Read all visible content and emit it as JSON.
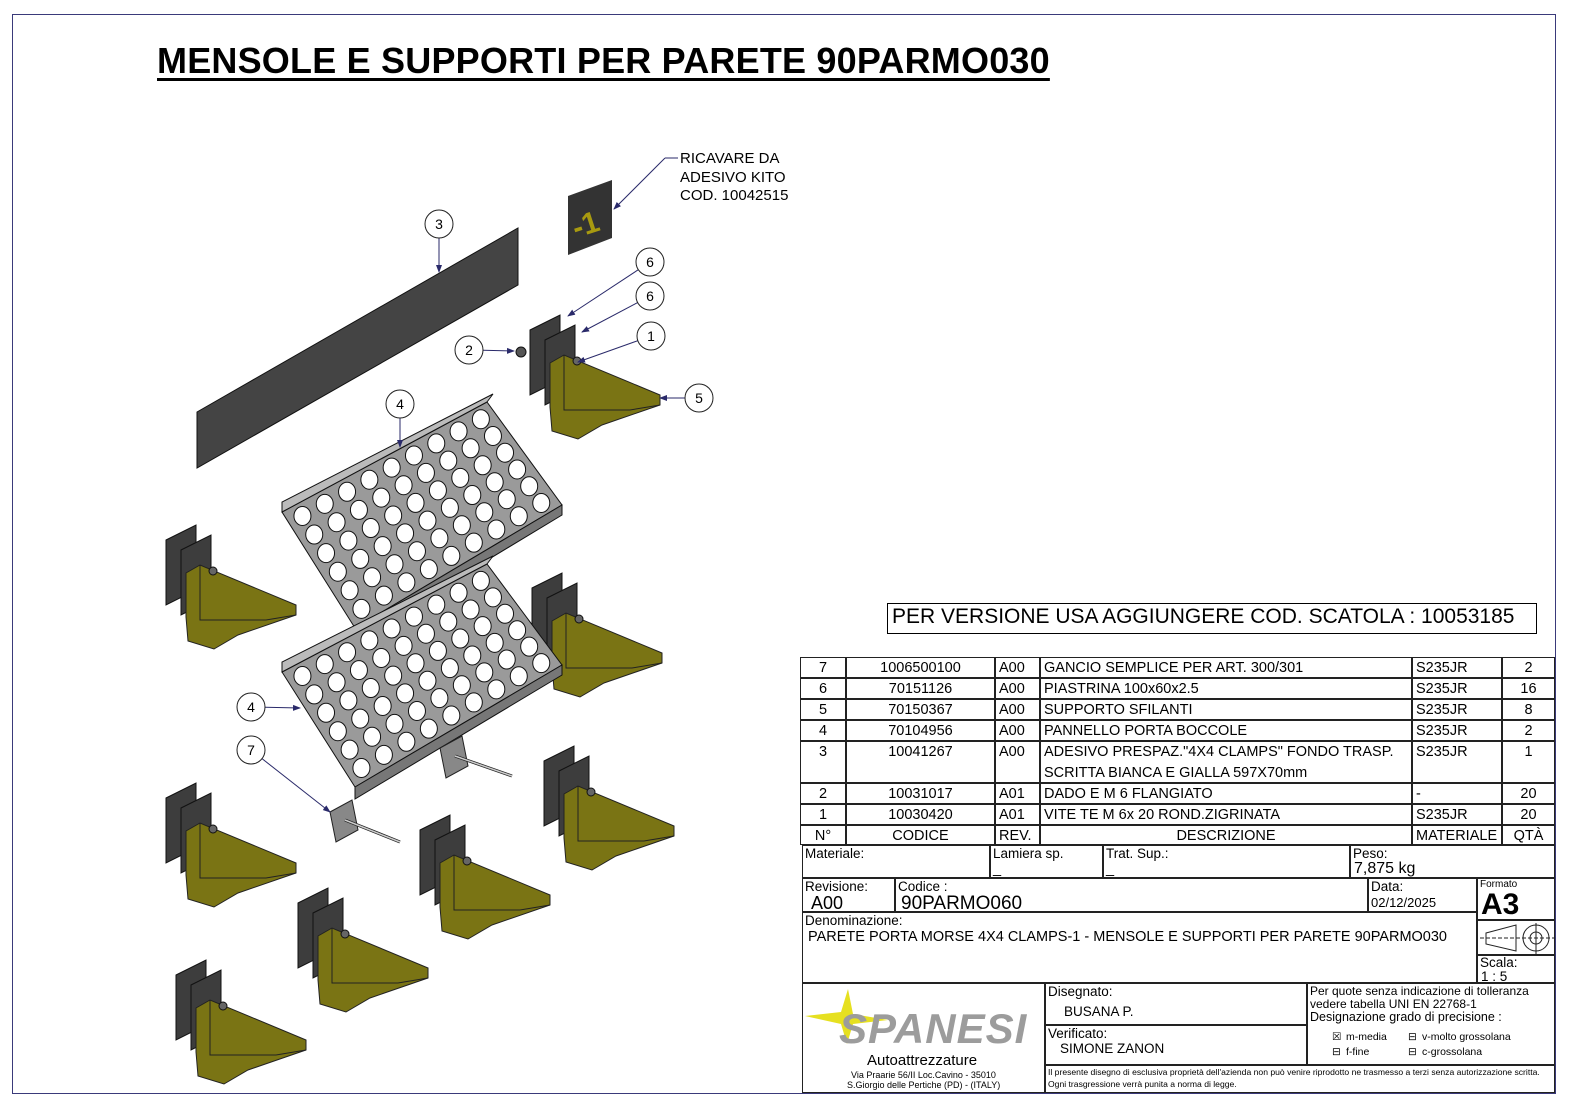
{
  "title": "MENSOLE E SUPPORTI PER PARETE 90PARMO030",
  "note": [
    "RICAVARE DA",
    "ADESIVO KITO",
    "COD. 10042515"
  ],
  "sticker_text": "-1",
  "usa_note": "PER VERSIONE USA AGGIUNGERE COD. SCATOLA : 10053185",
  "balloons": [
    "3",
    "6",
    "6",
    "1",
    "2",
    "5",
    "4",
    "4",
    "7"
  ],
  "bom": {
    "rows": [
      {
        "n": "7",
        "code": "1006500100",
        "rev": "A00",
        "desc": "GANCIO SEMPLICE PER ART. 300/301",
        "mat": "S235JR",
        "qty": "2"
      },
      {
        "n": "6",
        "code": "70151126",
        "rev": "A00",
        "desc": "PIASTRINA 100x60x2.5",
        "mat": "S235JR",
        "qty": "16"
      },
      {
        "n": "5",
        "code": "70150367",
        "rev": "A00",
        "desc": "SUPPORTO SFILANTI",
        "mat": "S235JR",
        "qty": "8"
      },
      {
        "n": "4",
        "code": "70104956",
        "rev": "A00",
        "desc": "PANNELLO PORTA BOCCOLE",
        "mat": "S235JR",
        "qty": "2"
      },
      {
        "n": "3",
        "code": "10041267",
        "rev": "A00",
        "desc": "ADESIVO PRESPAZ.\"4X4 CLAMPS\"  FONDO TRASP.",
        "desc2": "SCRITTA BIANCA E GIALLA 597X70mm",
        "mat": "S235JR",
        "qty": "1"
      },
      {
        "n": "2",
        "code": "10031017",
        "rev": "A01",
        "desc": "DADO E M 6 FLANGIATO",
        "mat": "-",
        "qty": "20"
      },
      {
        "n": "1",
        "code": "10030420",
        "rev": "A01",
        "desc": "VITE TE M 6x 20 ROND.ZIGRINATA",
        "mat": "S235JR",
        "qty": "20"
      }
    ],
    "header": {
      "n": "N°",
      "code": "CODICE",
      "rev": "REV.",
      "desc": "DESCRIZIONE",
      "mat": "MATERIALE",
      "qty": "QTÀ"
    }
  },
  "tb": {
    "materiale_label": "Materiale:",
    "lamiera_label": "Lamiera sp.",
    "lamiera_value": "_",
    "trat_label": "Trat. Sup.:",
    "trat_value": "_",
    "peso_label": "Peso:",
    "peso_value": "7,875 kg",
    "revisione_label": "Revisione:",
    "revisione_value": "A00",
    "codice_label": "Codice :",
    "codice_value": "90PARMO060",
    "data_label": "Data:",
    "data_value": "02/12/2025",
    "formato_label": "Formato",
    "formato_value": "A3",
    "denominazione_label": "Denominazione:",
    "denominazione_value": "PARETE PORTA MORSE 4X4 CLAMPS-1  - MENSOLE E SUPPORTI PER PARETE 90PARMO030",
    "scala_label": "Scala:",
    "scala_value": "1 : 5",
    "disegnato_label": "Disegnato:",
    "disegnato_value": "BUSANA P.",
    "verificato_label": "Verificato:",
    "verificato_value": "SIMONE ZANON",
    "toll": [
      "Per quote senza indicazione di tolleranza",
      "vedere tabella UNI EN 22768-1",
      "Designazione grado di precisione :"
    ],
    "grades": [
      "m-media",
      "v-molto grossolana",
      "f-fine",
      "c-grossolana"
    ],
    "logo_text": "SPANESI",
    "company_sub": "Autoattrezzature",
    "address": [
      "Via Praarie 56/II  Loc.Cavino - 35010",
      "S.Giorgio delle Pertiche (PD) - (ITALY)"
    ],
    "disclaimer": [
      "Il presente disegno di esclusiva proprietà dell'azienda non può venire riprodotto ne trasmesso a terzi senza autorizzazione scritta.",
      "Ogni trasgressione verrà punita a norma di legge."
    ]
  },
  "colors": {
    "olive": "#7a7414",
    "dark": "#3d3d3d",
    "plate": "#9a9a9a",
    "leader": "#2a2a6a"
  }
}
